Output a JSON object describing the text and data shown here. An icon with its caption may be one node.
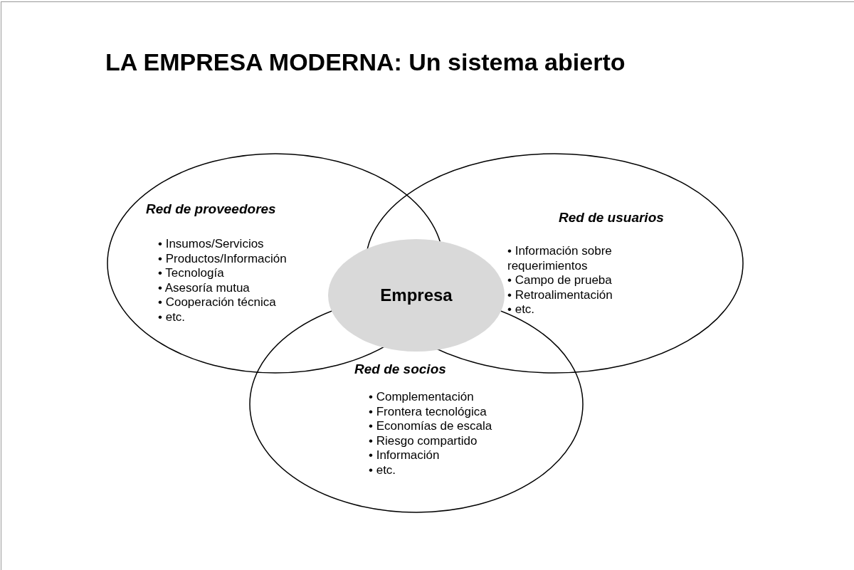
{
  "diagram": {
    "title": "LA EMPRESA MODERNA: Un sistema abierto",
    "nodes": [
      {
        "text": [
          "Red de proveedores",
          "• Insumos/Servicios",
          "• Productos/Información",
          "• Tecnología",
          "• Asesoría mutua",
          "• Cooperación técnica",
          "• etc."
        ]
      },
      {
        "text": [
          "Red de usuarios",
          "• Información sobre requerimientos",
          "• Campo de prueba",
          "• Retroalimentación",
          "• etc."
        ]
      },
      {
        "text": [
          "Red de socios",
          "• Complementación",
          "• Frontera tecnológica",
          "• Economías de escala",
          "• Riesgo compartido",
          "• Información",
          "• etc."
        ]
      },
      {
        "text": [
          "Empresa"
        ]
      }
    ],
    "edges": []
  }
}
